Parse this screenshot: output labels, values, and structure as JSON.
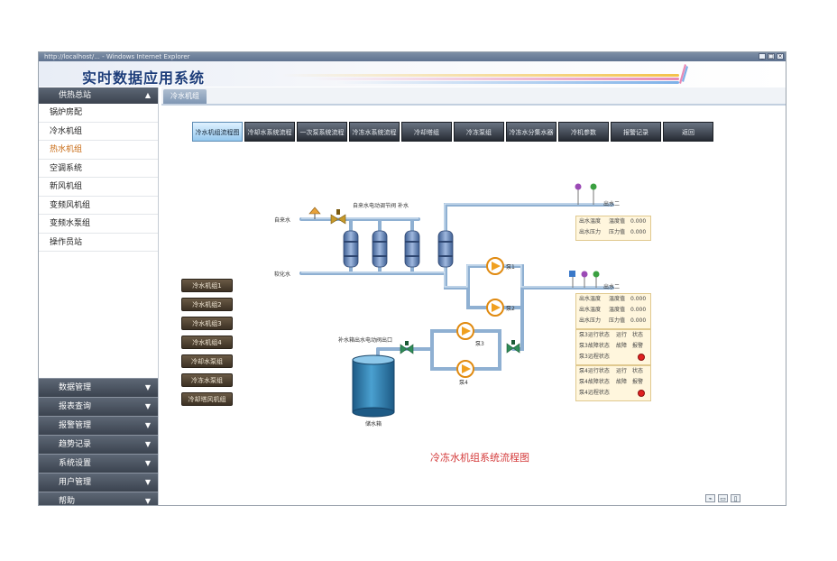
{
  "window": {
    "title_bar": "http://localhost/... - Windows Internet Explorer",
    "app_name": "实时数据应用系统",
    "buttons": [
      "_",
      "□",
      "×"
    ]
  },
  "sidebar": {
    "header": "供热总站",
    "items": [
      {
        "label": "锅炉房配"
      },
      {
        "label": "冷水机组"
      },
      {
        "label": "热水机组",
        "active": true
      },
      {
        "label": "空调系统"
      },
      {
        "label": "新风机组"
      },
      {
        "label": "变频风机组"
      },
      {
        "label": "变频水泵组"
      },
      {
        "label": "操作员站"
      }
    ],
    "footer": [
      {
        "label": "数据管理"
      },
      {
        "label": "报表查询"
      },
      {
        "label": "报警管理"
      },
      {
        "label": "趋势记录"
      },
      {
        "label": "系统设置"
      },
      {
        "label": "用户管理"
      },
      {
        "label": "帮助"
      }
    ]
  },
  "tabs": [
    {
      "label": "冷水机组"
    }
  ],
  "toolbar": [
    {
      "label": "冷水机组流程图",
      "active": true
    },
    {
      "label": "冷却水系统流程"
    },
    {
      "label": "一次泵系统流程"
    },
    {
      "label": "冷冻水系统流程"
    },
    {
      "label": "冷却塔组"
    },
    {
      "label": "冷冻泵组"
    },
    {
      "label": "冷冻水分集水器"
    },
    {
      "label": "冷机参数"
    },
    {
      "label": "报警记录"
    },
    {
      "label": "返回"
    }
  ],
  "controls": [
    {
      "label": "冷水机组1"
    },
    {
      "label": "冷水机组2"
    },
    {
      "label": "冷水机组3"
    },
    {
      "label": "冷水机组4"
    },
    {
      "label": "冷却水泵组"
    },
    {
      "label": "冷冻水泵组"
    },
    {
      "label": "冷却塔风机组"
    }
  ],
  "diagram": {
    "labels": {
      "valve_top": "自来水电动调节阀",
      "valve_top_right": "补水",
      "inlet_left_top": "自来水",
      "inlet_left_bottom": "软化水",
      "outlet_right_top": "出水二",
      "outlet_right_mid": "出水二",
      "pump_top": "泵1",
      "pump_mid": "泵2",
      "tank_pipe": "补水箱出水电动阀出口",
      "tank": "储水箱",
      "pump_small_top": "泵3",
      "pump_small_bottom": "泵4"
    },
    "caption": "冷冻水机组系统流程图",
    "panels": [
      {
        "rows": [
          [
            "出水温度",
            "温度值",
            "0.000"
          ],
          [
            "出水压力",
            "压力值",
            "0.000"
          ]
        ]
      },
      {
        "rows": [
          [
            "出水温度",
            "温度值",
            "0.000"
          ],
          [
            "出水温度",
            "温度值",
            "0.000"
          ],
          [
            "出水压力",
            "压力值",
            "0.000"
          ]
        ]
      },
      {
        "rows": [
          [
            "泵3运行状态",
            "运行",
            "状态"
          ],
          [
            "泵3故障状态",
            "故障",
            "报警"
          ],
          [
            "泵3远程状态",
            "",
            ""
          ]
        ]
      },
      {
        "rows": [
          [
            "泵4运行状态",
            "运行",
            "状态"
          ],
          [
            "泵4故障状态",
            "故障",
            "报警"
          ],
          [
            "泵4远程状态",
            "",
            ""
          ]
        ]
      }
    ]
  },
  "status_bar": {
    "icons": [
      "network-icon",
      "monitor-icon",
      "page-icon"
    ]
  },
  "colors": {
    "pipe": "#a8c4e0",
    "pipe_edge": "#5a7fa8",
    "vessel": "#6f8fbf",
    "pump": "#f0a020",
    "tank": "#2c6f9e",
    "accent_title": "#1d3d7a"
  }
}
